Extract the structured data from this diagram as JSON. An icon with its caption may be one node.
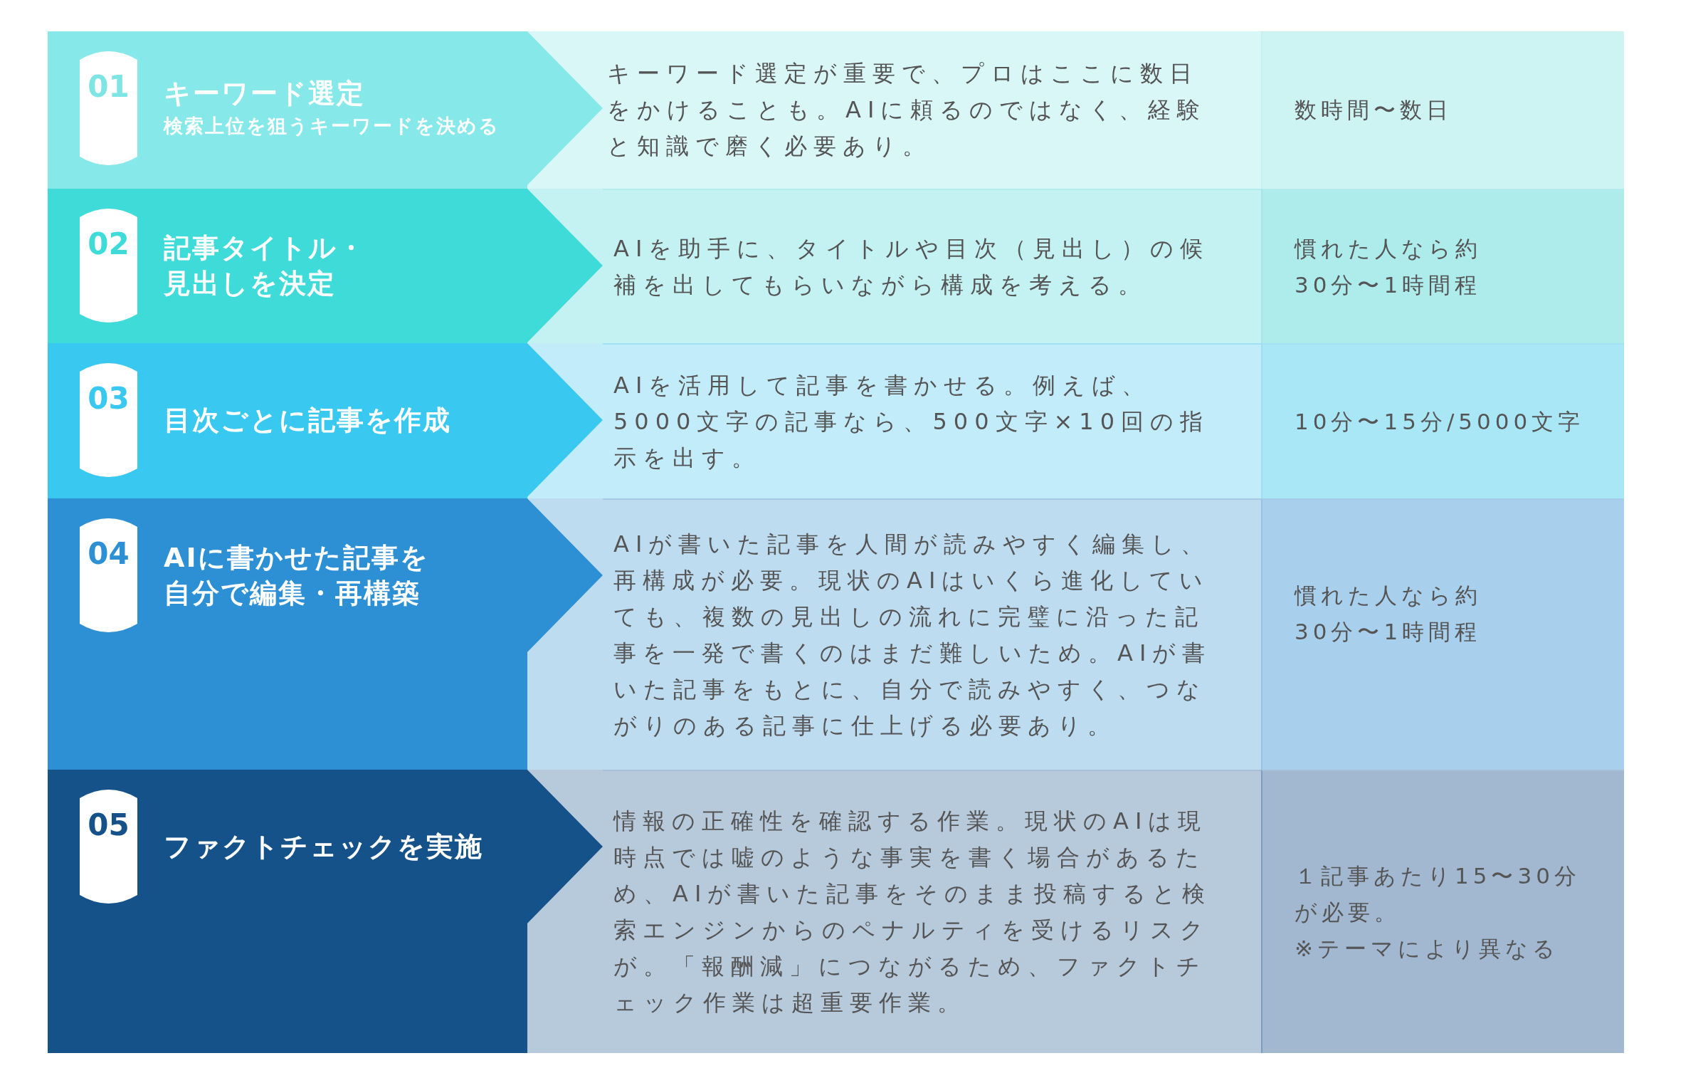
{
  "diagram": {
    "nodes": [
      {
        "text": [
          "キーワード選定",
          "検索上位を狙うキーワードを決める"
        ]
      },
      {
        "text": [
          "01"
        ],
        "in": 0
      },
      {
        "text": [
          "キーワード選定が重要で、プロはここに数日をかけることも。AIに頼るのではなく、経験と知識で磨く必要あり。"
        ]
      },
      {
        "text": [
          "数時間〜数日"
        ]
      },
      {
        "text": [
          "記事タイトル・見出しを決定"
        ]
      },
      {
        "text": [
          "02"
        ],
        "in": 4
      },
      {
        "text": [
          "AIを助手に、タイトルや目次（見出し）の候補を出してもらいながら構成を考える。"
        ]
      },
      {
        "text": [
          "慣れた人なら約30分〜1時間程"
        ]
      },
      {
        "text": [
          "目次ごとに記事を作成"
        ]
      },
      {
        "text": [
          "03"
        ],
        "in": 8
      },
      {
        "text": [
          "AIを活用して記事を書かせる。例えば、5000文字の記事なら、500文字×10回の指示を出す。"
        ]
      },
      {
        "text": [
          "10分〜15分/5000文字"
        ]
      },
      {
        "text": [
          "AIに書かせた記事を自分で編集・再構築"
        ]
      },
      {
        "text": [
          "04"
        ],
        "in": 12
      },
      {
        "text": [
          "AIが書いた記事を人間が読みやすく編集し、再構成が必要。現状のAIはいくら進化していても、複数の見出しの流れに完璧に沿った記事を一発で書くのはまだ難しいため。AIが書いた記事をもとに、自分で読みやすく、つながりのある記事に仕上げる必要あり。"
        ]
      },
      {
        "text": [
          "慣れた人なら約30分〜1時間程"
        ]
      },
      {
        "text": [
          "ファクトチェックを実施"
        ]
      },
      {
        "text": [
          "05"
        ],
        "in": 16
      },
      {
        "text": [
          "情報の正確性を確認する作業。現状のAIは現時点では嘘のような事実を書く場合があるため、AIが書いた記事をそのまま投稿すると検索エンジンからのペナルティを受けるリスクが。「報酬減」につながるため、ファクトチェック作業は超重要作業。"
        ]
      },
      {
        "text": [
          "１記事あたり15〜30分が必要。",
          "※テーマにより異なる"
        ]
      }
    ]
  }
}
